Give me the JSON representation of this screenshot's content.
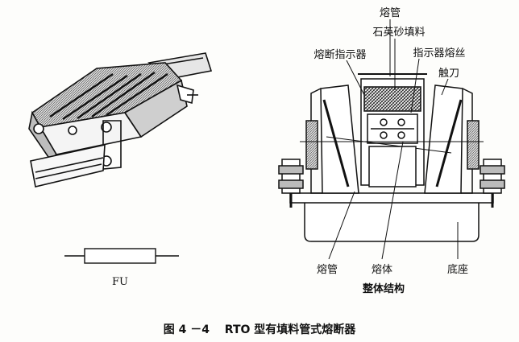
{
  "symbol": {
    "label": "FU"
  },
  "structure": {
    "labels": {
      "fuse_tube_top": "熔管",
      "quartz_sand": "石英砂填料",
      "fuse_indicator": "熔断指示器",
      "indicator_wire": "指示器熔丝",
      "contact_knife": "触刀",
      "fuse_tube_bottom": "熔管",
      "fuse_body": "熔体",
      "base": "底座"
    },
    "subtitle": "整体结构"
  },
  "caption": "图 4 －4　 RTO 型有填料管式熔断器"
}
